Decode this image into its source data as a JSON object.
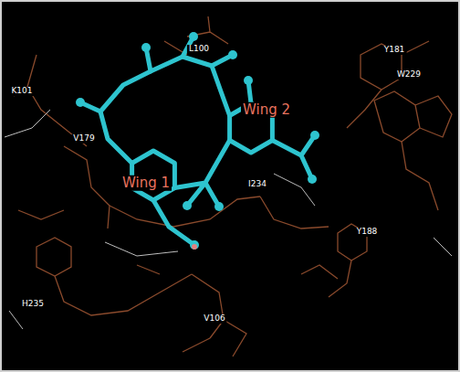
{
  "diagram": {
    "labels": [
      "K101",
      "L100",
      "V179",
      "Y181",
      "W229",
      "Wing 2",
      "Wing 1",
      "I234",
      "Y188",
      "H235",
      "V106"
    ]
  }
}
